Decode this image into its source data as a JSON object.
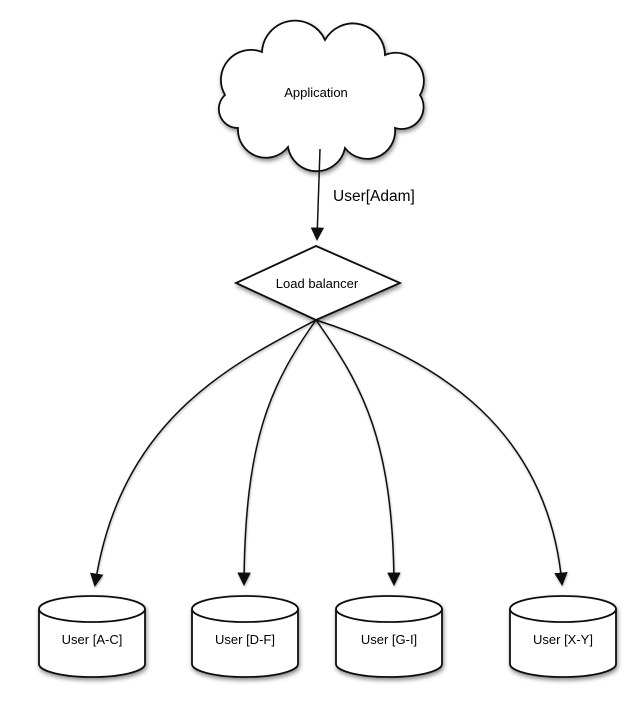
{
  "diagram": {
    "nodes": {
      "application": {
        "label": "Application",
        "shape": "cloud"
      },
      "load_balancer": {
        "label": "Load balancer",
        "shape": "diamond"
      },
      "databases": [
        {
          "label": "User [A-C]"
        },
        {
          "label": "User [D-F]"
        },
        {
          "label": "User [G-I]"
        },
        {
          "label": "User [X-Y]"
        }
      ]
    },
    "edges": {
      "app_to_lb": {
        "label": "User[Adam]"
      }
    },
    "colors": {
      "stroke": "#111111",
      "fill": "#ffffff",
      "text": "#000000",
      "background": "#ffffff"
    }
  }
}
